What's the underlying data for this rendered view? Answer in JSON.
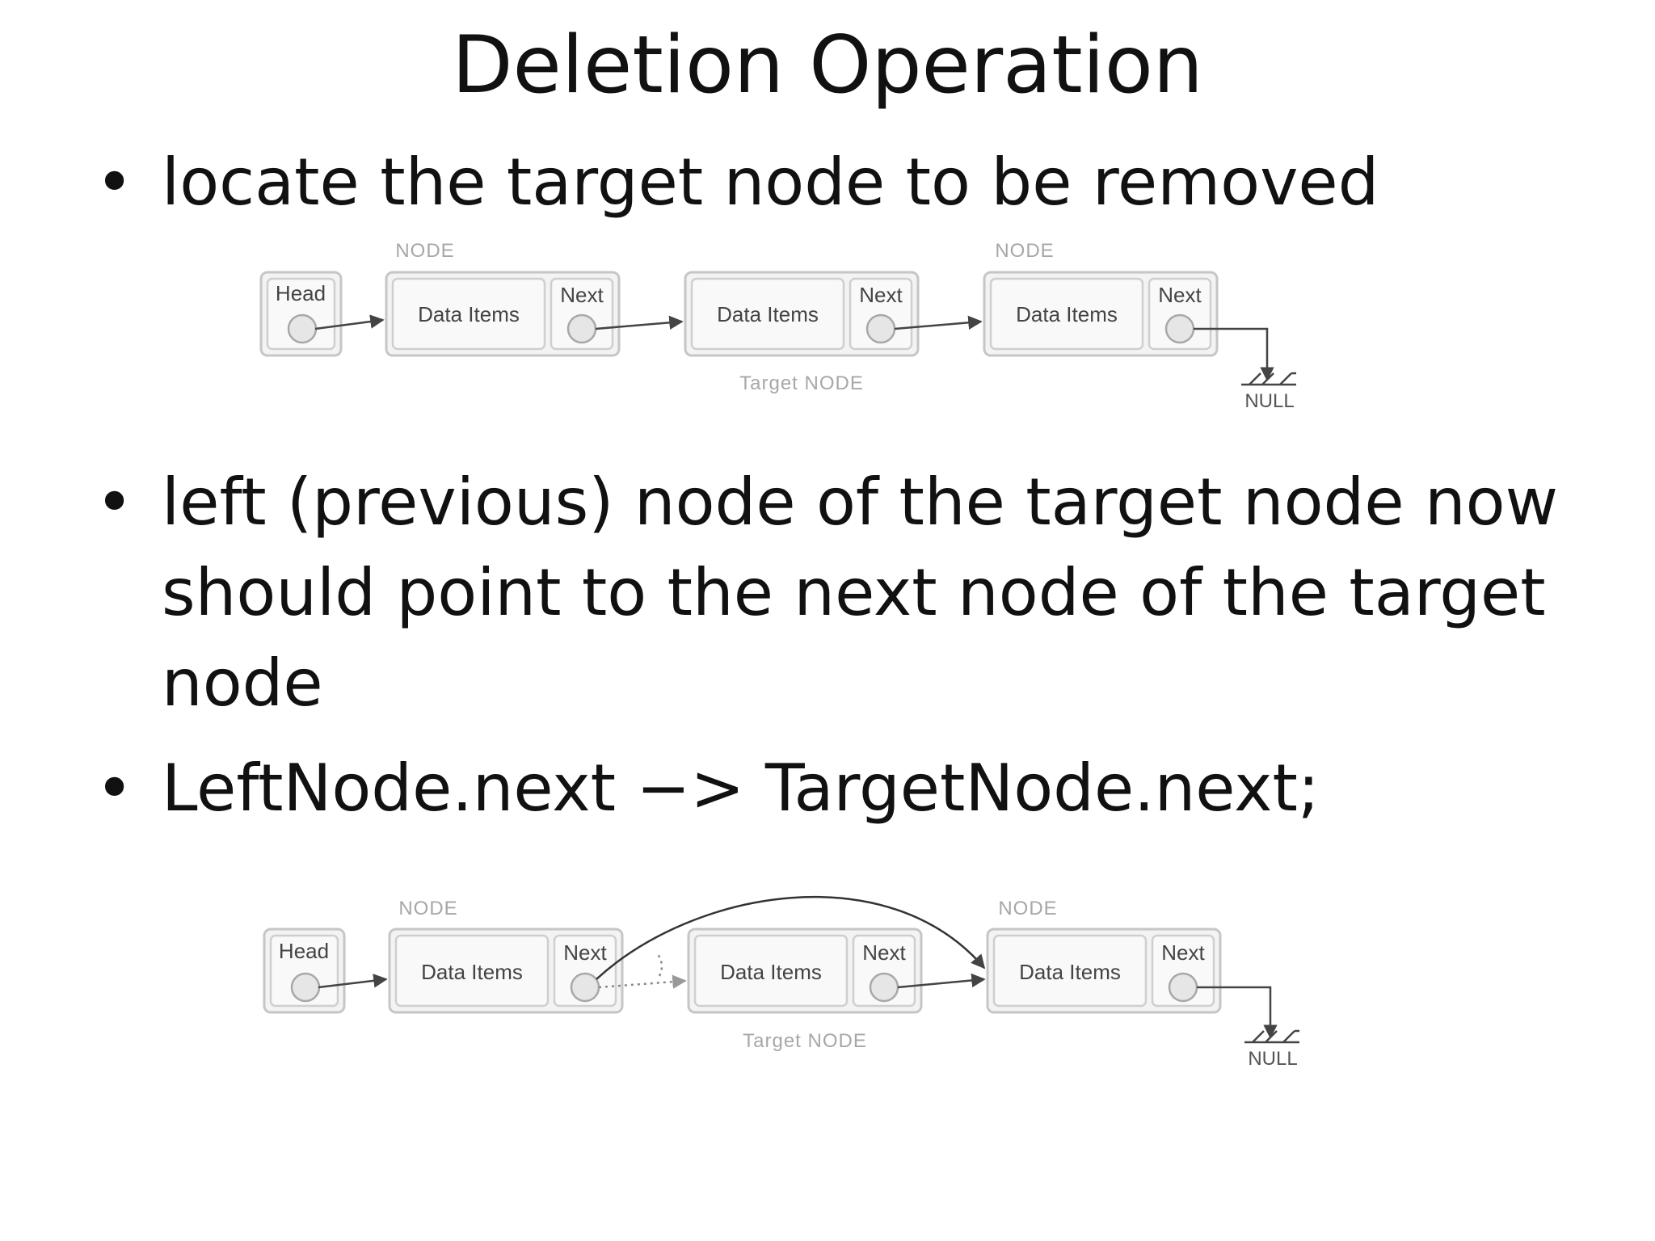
{
  "title": "Deletion Operation",
  "bullets": [
    {
      "marker": "•",
      "text": "locate the target node to be removed"
    },
    {
      "marker": "•",
      "text": "left (previous) node of the target node now should point to the next node of the target node"
    },
    {
      "marker": "•",
      "text": "LeftNode.next −> TargetNode.next;"
    }
  ],
  "diagram_labels": {
    "head": "Head",
    "node": "NODE",
    "data": "Data Items",
    "next": "Next",
    "target": "Target NODE",
    "null": "NULL"
  }
}
